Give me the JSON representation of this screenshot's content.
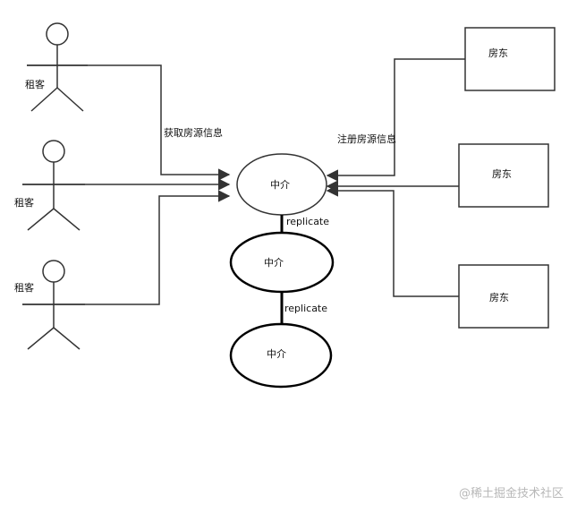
{
  "tenants": [
    {
      "label": "租客"
    },
    {
      "label": "租客"
    },
    {
      "label": "租客"
    }
  ],
  "landlords": [
    {
      "label": "房东"
    },
    {
      "label": "房东"
    },
    {
      "label": "房东"
    }
  ],
  "agents": [
    {
      "label": "中介"
    },
    {
      "label": "中介"
    },
    {
      "label": "中介"
    }
  ],
  "edges": {
    "get_info_label": "获取房源信息",
    "register_info_label": "注册房源信息",
    "replicate_label_1": "replicate",
    "replicate_label_2": "replicate"
  },
  "watermark": "@稀土掘金技术社区"
}
